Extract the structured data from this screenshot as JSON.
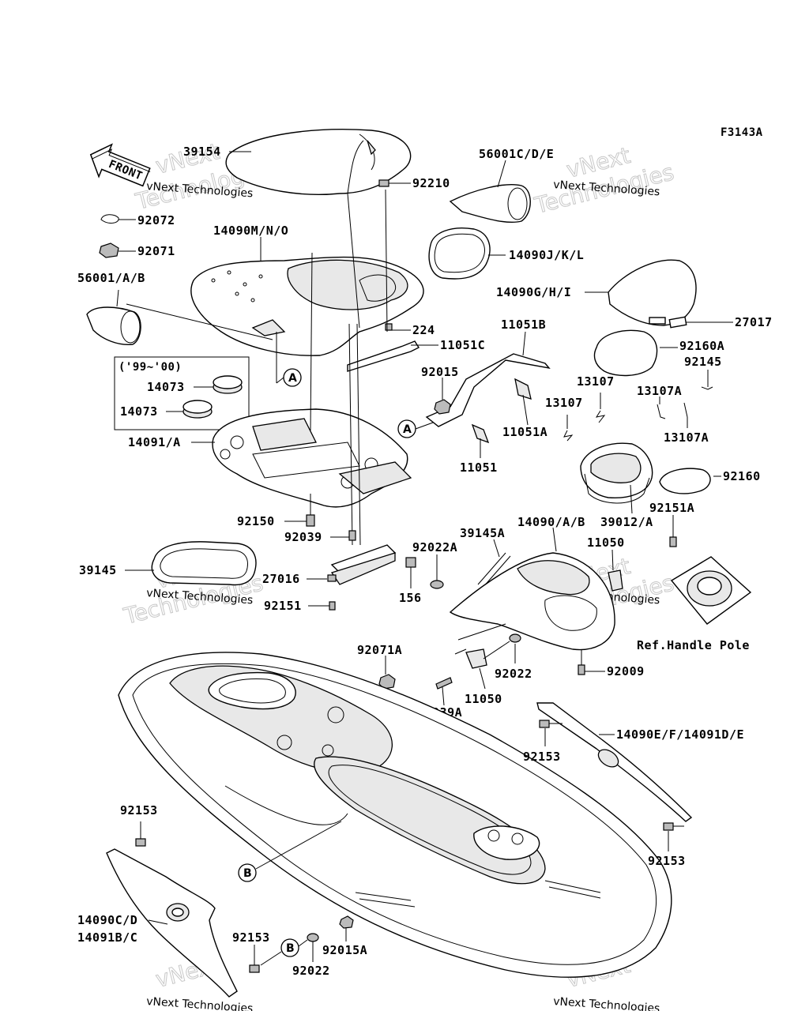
{
  "figure_code": "F3143A",
  "front_arrow": "FRONT",
  "watermark": {
    "name": "vNext Technologies",
    "outline_word1": "vNext",
    "outline_word2": "Technologies"
  },
  "year_box": "('99~'00)",
  "ref_text": "Ref.Handle Pole",
  "callouts": {
    "a1": "A",
    "a2": "A",
    "b1": "B",
    "b2": "B"
  },
  "labels": {
    "p39154": "39154",
    "p92210": "92210",
    "p56001cde": "56001C/D/E",
    "p92072": "92072",
    "p92071": "92071",
    "p14090mno": "14090M/N/O",
    "p14090jkl": "14090J/K/L",
    "p56001ab": "56001/A/B",
    "p14090ghi": "14090G/H/I",
    "p224": "224",
    "p27017": "27017",
    "p11051b": "11051B",
    "p11051c": "11051C",
    "p92160a": "92160A",
    "p92015": "92015",
    "p92145": "92145",
    "p14073a": "14073",
    "p14073b": "14073",
    "p13107a": "13107",
    "p13107ab": "13107A",
    "p13107b": "13107",
    "p11051a": "11051A",
    "p13107a2": "13107A",
    "p14091a": "14091/A",
    "p11051": "11051",
    "p92160": "92160",
    "p39145a": "39145A",
    "p14090ab": "14090/A/B",
    "p39012a": "39012/A",
    "p92151a": "92151A",
    "p92150": "92150",
    "p92039": "92039",
    "p11050a": "11050",
    "p92022a": "92022A",
    "p39145": "39145",
    "p27016": "27016",
    "p156": "156",
    "p92151": "92151",
    "p92071a": "92071A",
    "p92022b": "92022",
    "p92009": "92009",
    "p11050b": "11050",
    "p92039a": "92039A",
    "p14090ef": "14090E/F/14091D/E",
    "p92153a": "92153",
    "p92153b": "92153",
    "p92153c": "92153",
    "p92153d": "92153",
    "p14090cd": "14090C/D",
    "p14091bc": "14091B/C",
    "p92015a": "92015A",
    "p92022c": "92022"
  }
}
